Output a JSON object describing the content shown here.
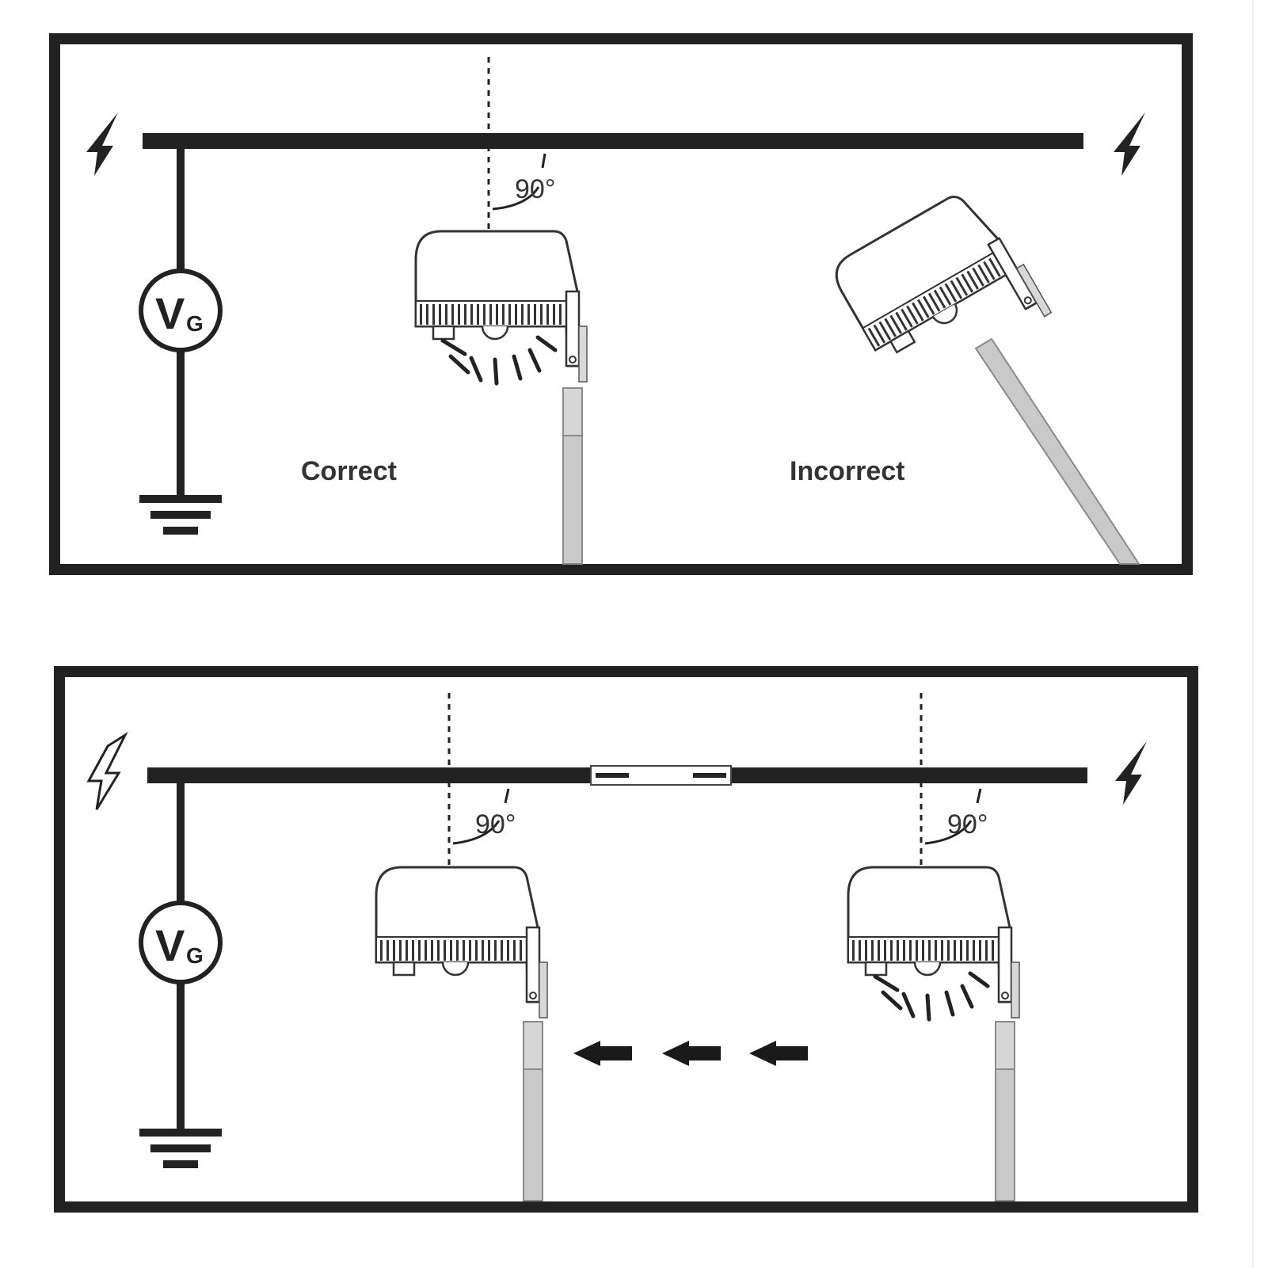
{
  "panels": [
    {
      "labels": {
        "left": "Correct",
        "right": "Incorrect"
      },
      "angle_label": "90°",
      "source_symbol": {
        "main": "V",
        "sub": "G"
      }
    },
    {
      "angle_labels": [
        "90°",
        "90°"
      ],
      "source_symbol": {
        "main": "V",
        "sub": "G"
      }
    }
  ],
  "colors": {
    "line": "#222222",
    "pole": "#c9c9c9",
    "pole_outline": "#8a8a8a",
    "device": "#ffffff"
  },
  "icons": [
    "lightning-bolt-icon",
    "ground-symbol-icon",
    "arrow-left-icon",
    "light-rays-icon"
  ]
}
